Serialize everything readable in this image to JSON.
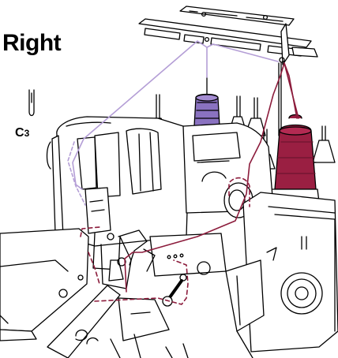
{
  "title": "Right",
  "needle": {
    "letter": "C",
    "number": "3"
  },
  "colors": {
    "left_thread": "#b49ed6",
    "left_cone": "#8a72c0",
    "right_thread": "#8c1c3c",
    "right_cone": "#9a1f42",
    "line": "#000000",
    "machine": "#ffffff"
  },
  "icons": [
    "serger-machine-icon",
    "needle-icon",
    "thread-cone-icon",
    "thread-guide-bar-icon"
  ]
}
